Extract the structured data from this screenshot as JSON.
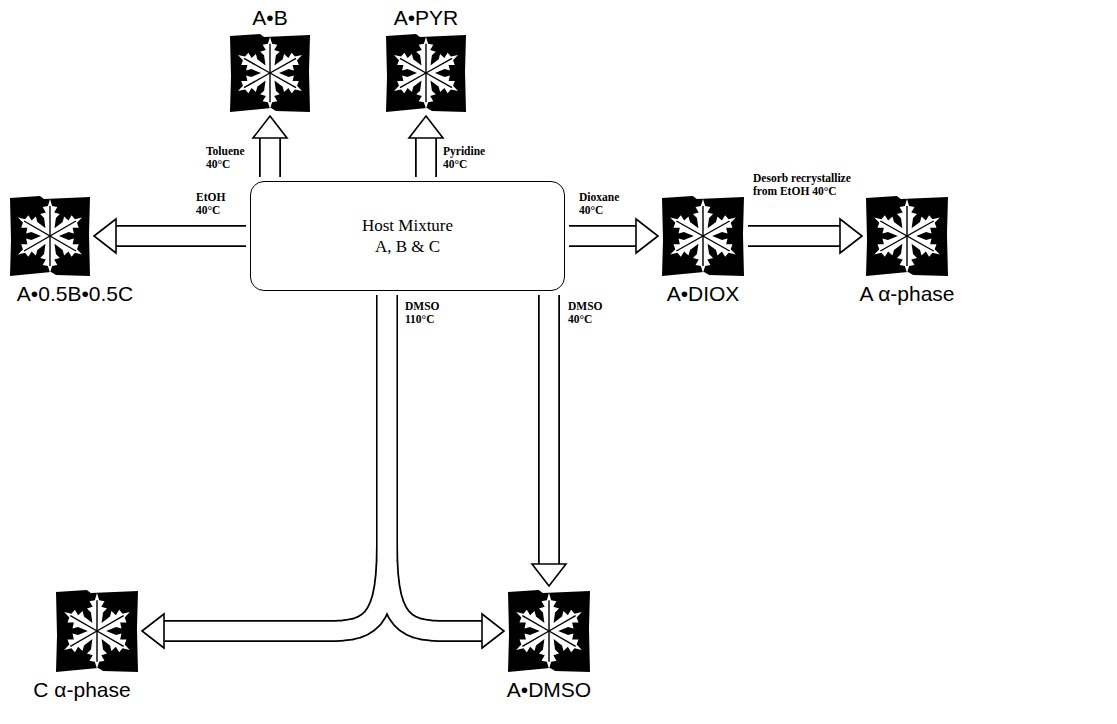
{
  "diagram": {
    "nodes": [
      {
        "text": [
          "A•B"
        ]
      },
      {
        "text": [
          "A•PYR"
        ]
      },
      {
        "text": [
          "A•0.5B•0.5C"
        ]
      },
      {
        "text": [
          "Host Mixture A, B & C"
        ]
      },
      {
        "text": [
          "A•DIOX"
        ]
      },
      {
        "text": [
          "A α-phase"
        ]
      },
      {
        "text": [
          "C α-phase"
        ]
      },
      {
        "text": [
          "A•DMSO"
        ]
      }
    ],
    "edges": [
      {
        "from": 3,
        "to": 0,
        "arrow": "to",
        "label": "Toluene 40°C"
      },
      {
        "from": 3,
        "to": 1,
        "arrow": "to",
        "label": "Pyridine 40°C"
      },
      {
        "from": 3,
        "to": 2,
        "arrow": "to",
        "label": "EtOH 40°C"
      },
      {
        "from": 3,
        "to": 4,
        "arrow": "to",
        "label": "Dioxane 40°C"
      },
      {
        "from": 4,
        "to": 5,
        "arrow": "to",
        "label": "Desorb recrystallize from EtOH 40°C"
      },
      {
        "from": 3,
        "to": 6,
        "arrow": "to",
        "label": "DMSO 110°C"
      },
      {
        "from": 3,
        "to": 7,
        "arrow": "to"
      },
      {
        "from": 3,
        "to": 7,
        "arrow": "to",
        "label": "DMSO 40°C"
      }
    ]
  }
}
